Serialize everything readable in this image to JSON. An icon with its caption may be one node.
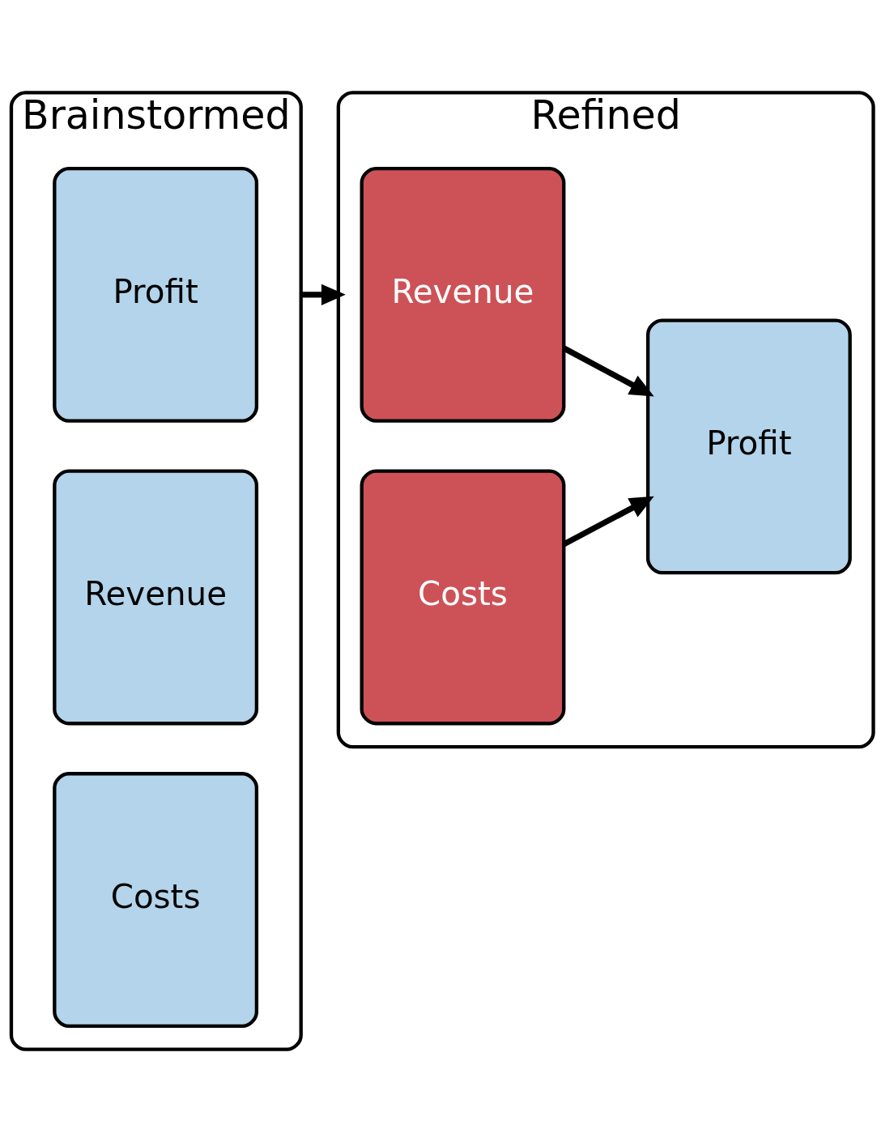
{
  "diagram": {
    "nodes": [
      {
        "text": [
          "Brainstormed"
        ]
      },
      {
        "text": [
          "Profit"
        ],
        "in": 0
      },
      {
        "text": [
          "Revenue"
        ],
        "in": 0
      },
      {
        "text": [
          "Costs"
        ],
        "in": 0
      },
      {
        "text": [
          "Refined"
        ]
      },
      {
        "text": [
          "Revenue"
        ],
        "in": 4
      },
      {
        "text": [
          "Costs"
        ],
        "in": 4
      },
      {
        "text": [
          "Profit"
        ],
        "in": 4
      }
    ],
    "edges": [
      {
        "from": 0,
        "to": 4,
        "arrow": "to"
      },
      {
        "from": 5,
        "to": 7,
        "arrow": "to"
      },
      {
        "from": 6,
        "to": 7,
        "arrow": "to"
      }
    ]
  }
}
